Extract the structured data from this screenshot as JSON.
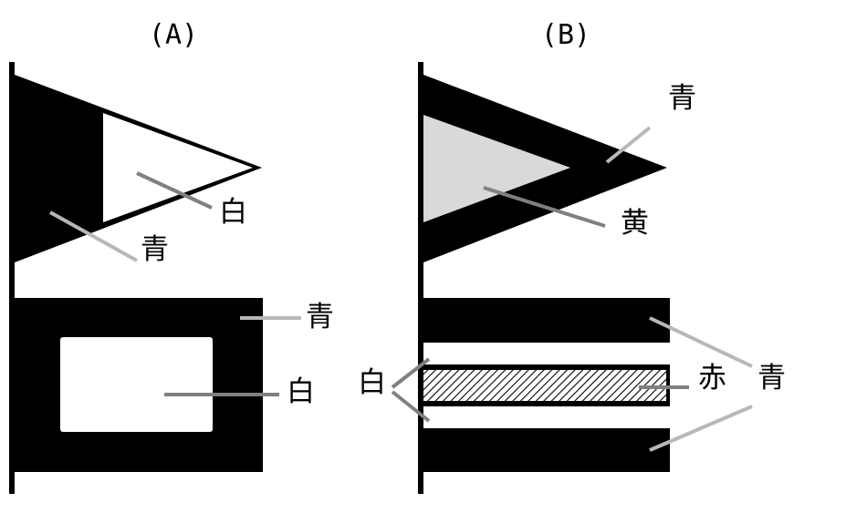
{
  "panels": [
    {
      "title": "(A)",
      "labels": {
        "pennant_outer": "青",
        "pennant_inner": "白",
        "flag_outer": "青",
        "flag_inner": "白"
      }
    },
    {
      "title": "(B)",
      "labels": {
        "pennant_outer": "青",
        "pennant_inner": "黄",
        "stripes_white": "白",
        "stripe_center": "赤",
        "bands_outer": "青"
      }
    }
  ],
  "colors": {
    "black_fill": "#000000",
    "white_fill": "#ffffff",
    "yellow_region": "#d9d9d9",
    "leader_dark": "#808080",
    "leader_light": "#b8b8b8"
  }
}
